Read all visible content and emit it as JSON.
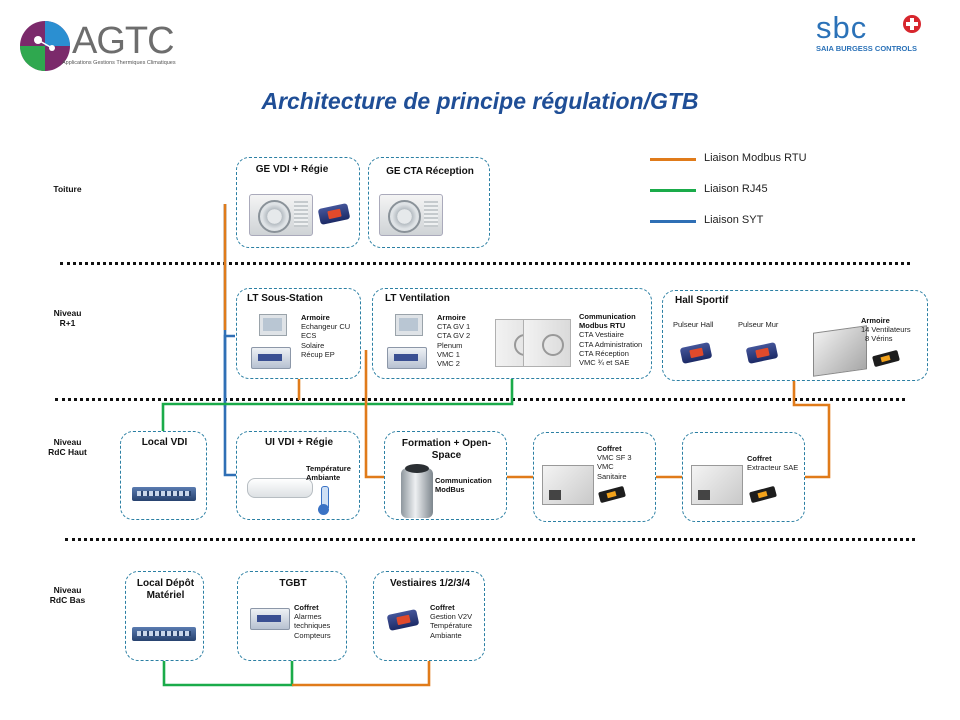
{
  "header": {
    "logo_left": {
      "name": "AGTC",
      "tagline": "Applications Gestions Thermiques Climatiques"
    },
    "logo_right": {
      "name": "sbc",
      "tagline": "SAIA BURGESS CONTROLS"
    },
    "title": "Architecture de principe régulation/GTB"
  },
  "legend": [
    {
      "label": "Liaison Modbus RTU",
      "color": "#e07b1a"
    },
    {
      "label": "Liaison RJ45",
      "color": "#1aab4a"
    },
    {
      "label": "Liaison SYT",
      "color": "#2f6fb5"
    }
  ],
  "levels": {
    "toiture": "Toiture",
    "r1": [
      "Niveau",
      "R+1"
    ],
    "rdc_haut": [
      "Niveau",
      "RdC Haut"
    ],
    "rdc_bas": [
      "Niveau",
      "RdC Bas"
    ]
  },
  "boxes": {
    "ge_vdi": {
      "title": "GE VDI + Régie"
    },
    "ge_cta": {
      "title": "GE CTA Réception"
    },
    "lt_sous_station": {
      "title": "LT Sous-Station",
      "label_title": "Armoire",
      "items": [
        "Echangeur CU",
        "ECS",
        "Solaire",
        "Récup EP"
      ]
    },
    "lt_ventilation": {
      "title": "LT Ventilation",
      "label_title": "Armoire",
      "items": [
        "CTA GV 1",
        "CTA GV 2",
        "Plenum",
        "VMC 1",
        "VMC 2"
      ],
      "comm_title": [
        "Communication",
        "Modbus RTU"
      ],
      "comm_items": [
        "CTA Vestiaire",
        "CTA Administration",
        "CTA Réception",
        "VMC ¾ et SAE"
      ]
    },
    "hall_sportif": {
      "title": "Hall Sportif",
      "pulseur_hall": "Pulseur Hall",
      "pulseur_mur": "Pulseur Mur",
      "label_title": "Armoire",
      "items": [
        "14 Ventilateurs",
        "8 Vérins"
      ]
    },
    "local_vdi": {
      "title": "Local VDI"
    },
    "ui_vdi": {
      "title": "UI VDI + Régie",
      "temp_label": [
        "Température",
        "Ambiante"
      ]
    },
    "formation": {
      "title": [
        "Formation + Open-",
        "Space"
      ],
      "comm_label": [
        "Communication",
        "ModBus"
      ]
    },
    "coffret_vmc": {
      "label_title": "Coffret",
      "items": [
        "VMC SF 3",
        "VMC",
        "Sanitaire"
      ]
    },
    "coffret_extract": {
      "label_title": "Coffret",
      "items": [
        "Extracteur SAE"
      ]
    },
    "local_depot": {
      "title": [
        "Local Dépôt",
        "Matériel"
      ]
    },
    "tgbt": {
      "title": "TGBT",
      "label_title": "Coffret",
      "items": [
        "Alarmes",
        "techniques",
        "Compteurs"
      ]
    },
    "vestiaires": {
      "title": "Vestiaires 1/2/3/4",
      "label_title": "Coffret",
      "items": [
        "Gestion V2V",
        "Température",
        "Ambiante"
      ]
    }
  }
}
